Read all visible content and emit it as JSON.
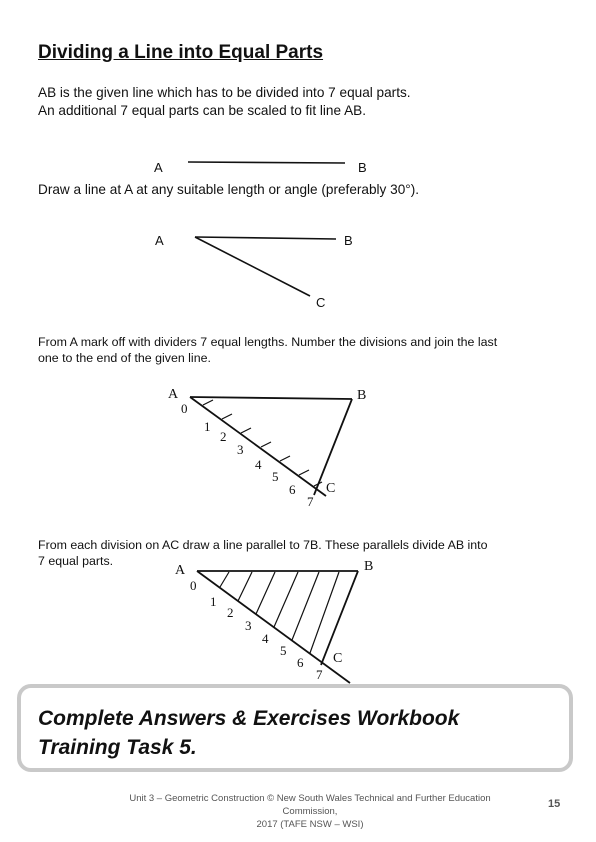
{
  "title": "Dividing a Line into Equal Parts",
  "intro": [
    "AB is the given line which has to be divided into 7 equal parts.",
    "An additional 7 equal parts can be scaled to fit line AB."
  ],
  "step1": "Draw a line at A at any suitable length or angle (preferably 30°).",
  "step2": [
    "From A mark off with dividers 7 equal lengths. Number the divisions and join the last",
    "one to the end of the given line."
  ],
  "step3": [
    "From each division on AC draw a line parallel to 7B. These parallels divide AB into",
    "7 equal parts."
  ],
  "labels": {
    "a": "A",
    "b": "B",
    "c": "C"
  },
  "divisions": [
    "0",
    "1",
    "2",
    "3",
    "4",
    "5",
    "6",
    "7"
  ],
  "box": [
    "Complete Answers & Exercises Workbook",
    "Training Task 5."
  ],
  "footer": [
    "Unit 3 – Geometric Construction © New South Wales Technical and Further Education Commission,",
    "2017 (TAFE NSW – WSI)"
  ],
  "page_number": "15"
}
